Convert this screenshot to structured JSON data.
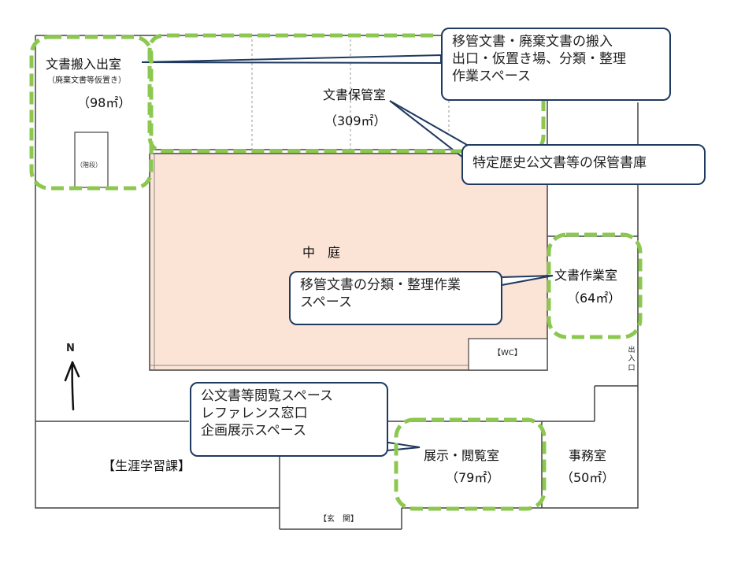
{
  "north": {
    "letter": "N"
  },
  "rooms": {
    "carry_room": {
      "name": "文書搬入出室",
      "note": "（廃棄文書等仮置き）",
      "area": "（98㎡）",
      "stairs": "（階段）"
    },
    "storage_room": {
      "name": "文書保管室",
      "area": "（309㎡）"
    },
    "courtyard": {
      "name": "中　庭"
    },
    "work_room": {
      "name": "文書作業室",
      "area": "（64㎡）"
    },
    "wc": {
      "name": "【WC】"
    },
    "entrance_side": {
      "name": "出入口"
    },
    "lifelong": {
      "name": "【生涯学習課】"
    },
    "exhibition": {
      "name": "展示・閲覧室",
      "area": "（79㎡）"
    },
    "office": {
      "name": "事務室",
      "area": "（50㎡）"
    },
    "genkan": {
      "name": "【玄　関】"
    }
  },
  "callouts": {
    "carry": {
      "lines": [
        "移管文書・廃棄文書の搬入",
        "出口・仮置き場、分類・整理",
        "作業スペース"
      ]
    },
    "storage": {
      "lines": [
        "特定歴史公文書等の保管書庫"
      ]
    },
    "work": {
      "lines": [
        "移管文書の分類・整理作業",
        "スペース"
      ]
    },
    "exhibit": {
      "lines": [
        "公文書等閲覧スペース",
        "レファレンス窓口",
        "企画展示スペース"
      ]
    }
  },
  "colors": {
    "courtyard_fill": "#fbe3d6",
    "dashed_green": "#8cc850",
    "callout_border": "#1f3a5f",
    "wall": "#444444"
  }
}
